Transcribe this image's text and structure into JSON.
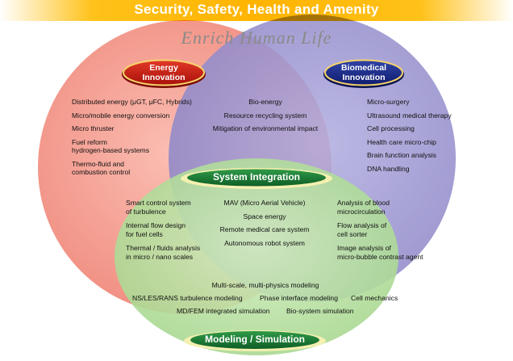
{
  "banner": {
    "title": "Security, Safety, Health and Amenity"
  },
  "subtitle": "Enrich Human Life",
  "circles": {
    "energy": {
      "label_line1": "Energy",
      "label_line2": "Innovation",
      "color": "#f08a80",
      "badge_color": "#c8180e"
    },
    "biomedical": {
      "label_line1": "Biomedical",
      "label_line2": "Innovation",
      "color": "#9890cc",
      "badge_color": "#1a2a8c"
    },
    "system": {
      "label": "System Integration",
      "color": "#b4dc9c",
      "pill_color": "#1e7a34"
    },
    "modeling": {
      "label": "Modeling / Simulation",
      "pill_color": "#1e7a34"
    }
  },
  "energy_items": [
    "Distributed energy (μGT, μFC, Hybrids)",
    "Micro/mobile energy conversion",
    "Micro thruster",
    "Fuel reform",
    "hydrogen-based systems",
    "Thermo-fluid and",
    "combustion control"
  ],
  "overlap_energy_bio": [
    "Bio-energy",
    "Resource recycling system",
    "Mitigation of environmental impact"
  ],
  "bio_items": [
    "Micro-surgery",
    "Ultrasound medical therapy",
    "Cell processing",
    "Health care micro-chip",
    "Brain function analysis",
    "DNA handling"
  ],
  "overlap_energy_system": [
    "Smart control system",
    "of turbulence",
    "Internal flow design",
    "for fuel cells",
    "Thermal / fluids analysis",
    "in micro / nano scales"
  ],
  "center_items": [
    "MAV (Micro Aerial Vehicle)",
    "Space energy",
    "Remote medical care system",
    "Autonomous robot system"
  ],
  "overlap_bio_system": [
    "Analysis of blood",
    "microcirculation",
    "Flow analysis of",
    "cell sorter",
    "Image analysis of",
    "micro-bubble contrast agent"
  ],
  "modeling_items": {
    "line1": "Multi-scale, multi-physics modeling",
    "line2a": "NS/LES/RANS turbulence modeling",
    "line2b": "Phase interface modeling",
    "line2c": "Cell mechanics",
    "line3a": "MD/FEM integrated simulation",
    "line3b": "Bio-system simulation"
  }
}
